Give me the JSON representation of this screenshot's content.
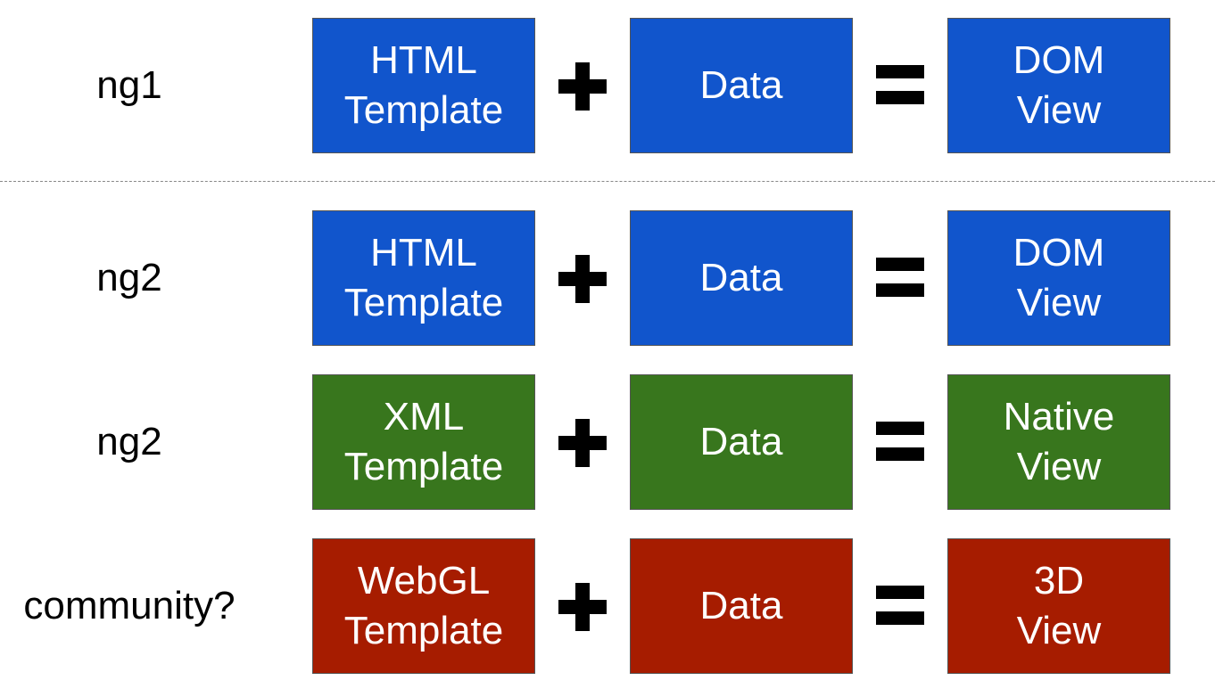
{
  "colors": {
    "blue": "#1155cc",
    "green": "#38761d",
    "red": "#a61c00",
    "operator": "#000000",
    "divider": "#888888"
  },
  "rows": [
    {
      "label": "ng1",
      "color": "#1155cc",
      "template": {
        "line1": "HTML",
        "line2": "Template"
      },
      "data": "Data",
      "view": {
        "line1": "DOM",
        "line2": "View"
      }
    },
    {
      "label": "ng2",
      "color": "#1155cc",
      "template": {
        "line1": "HTML",
        "line2": "Template"
      },
      "data": "Data",
      "view": {
        "line1": "DOM",
        "line2": "View"
      }
    },
    {
      "label": "ng2",
      "color": "#38761d",
      "template": {
        "line1": "XML",
        "line2": "Template"
      },
      "data": "Data",
      "view": {
        "line1": "Native",
        "line2": "View"
      }
    },
    {
      "label": "community?",
      "color": "#a61c00",
      "template": {
        "line1": "WebGL",
        "line2": "Template"
      },
      "data": "Data",
      "view": {
        "line1": "3D",
        "line2": "View"
      }
    }
  ],
  "operators": {
    "plus_icon": "plus-icon",
    "equals_icon": "equals-icon"
  }
}
